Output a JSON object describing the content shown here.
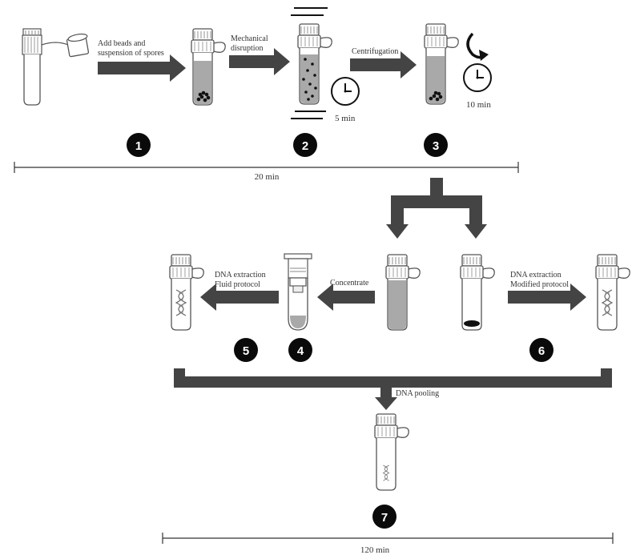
{
  "labels": {
    "add_beads_line1": "Add beads and",
    "add_beads_line2": "suspension of spores",
    "mech_line1": "Mechanical",
    "mech_line2": "disruption",
    "centrifugation": "Centrifugation",
    "time_5": "5 min",
    "time_10": "10 min",
    "time_20": "20 min",
    "concentrate": "Concentrate",
    "dna_fluid_line1": "DNA extraction",
    "dna_fluid_line2": "Fluid protocol",
    "dna_mod_line1": "DNA extraction",
    "dna_mod_line2": "Modified protocol",
    "pooling": "DNA pooling",
    "time_120": "120 min"
  },
  "steps": [
    "1",
    "2",
    "3",
    "4",
    "5",
    "6",
    "7"
  ],
  "colors": {
    "arrow": "#444444",
    "badge": "#0a0a0a",
    "tube_outline": "#555555",
    "liquid": "#a9a9a9",
    "pellet": "#111111"
  },
  "icons": [
    "clock-icon",
    "rotation-arrow-icon",
    "dna-helix-icon",
    "vortex-bar-icon"
  ]
}
